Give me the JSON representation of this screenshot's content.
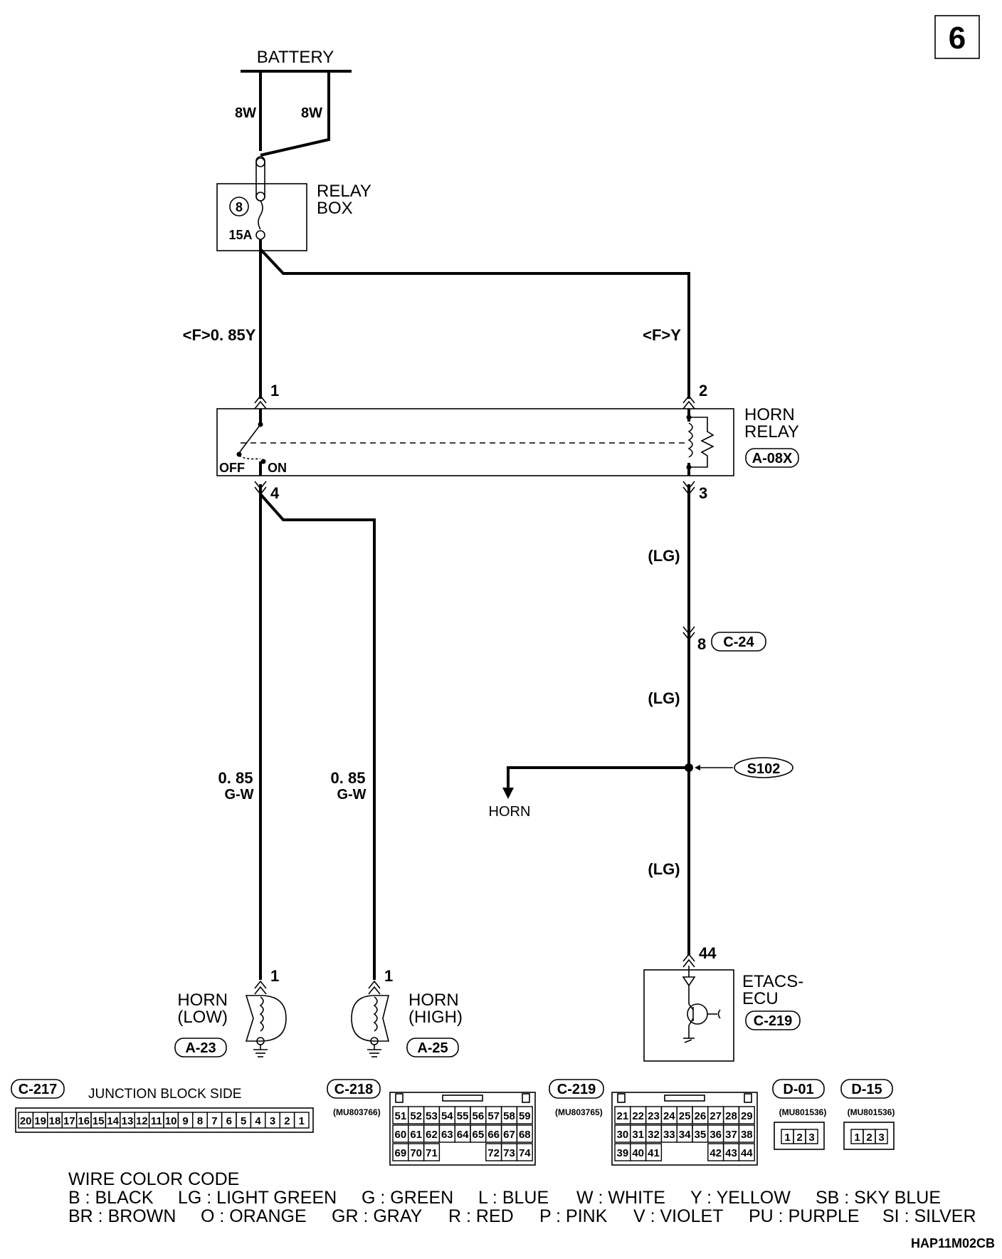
{
  "page_number": "6",
  "battery_label": "BATTERY",
  "wire_8w_left": "8W",
  "wire_8w_right": "8W",
  "relay_box": {
    "line1": "RELAY",
    "line2": "BOX",
    "fuse_number": "8",
    "fuse_rating": "15A"
  },
  "wire_left_top": "<F>0. 85Y",
  "wire_right_top": "<F>Y",
  "horn_relay": {
    "line1": "HORN",
    "line2": "RELAY",
    "connector": "A-08X",
    "pin1": "1",
    "pin2": "2",
    "pin3": "3",
    "pin4": "4",
    "off": "OFF",
    "on": "ON"
  },
  "lg_label_1": "(LG)",
  "lg_label_2": "(LG)",
  "lg_label_3": "(LG)",
  "c24": {
    "pin": "8",
    "connector": "C-24"
  },
  "splice": "S102",
  "horn_branch": "HORN",
  "horn_wire_left": {
    "gauge": "0. 85",
    "color": "G-W"
  },
  "horn_wire_right": {
    "gauge": "0. 85",
    "color": "G-W"
  },
  "horn_low": {
    "pin": "1",
    "line1": "HORN",
    "line2": "(LOW)",
    "connector": "A-23"
  },
  "horn_high": {
    "pin": "1",
    "line1": "HORN",
    "line2": "(HIGH)",
    "connector": "A-25"
  },
  "etacs": {
    "pin": "44",
    "line1": "ETACS-",
    "line2": "ECU",
    "connector": "C-219"
  },
  "connectors": {
    "c217": {
      "label": "C-217",
      "caption": "JUNCTION BLOCK SIDE",
      "pins": [
        "20",
        "19",
        "18",
        "17",
        "16",
        "15",
        "14",
        "13",
        "12",
        "11",
        "10",
        "9",
        "8",
        "7",
        "6",
        "5",
        "4",
        "3",
        "2",
        "1"
      ]
    },
    "c218": {
      "label": "C-218",
      "part": "(MU803766)",
      "rows": [
        [
          "51",
          "52",
          "53",
          "54",
          "55",
          "56",
          "57",
          "58",
          "59"
        ],
        [
          "60",
          "61",
          "62",
          "63",
          "64",
          "65",
          "66",
          "67",
          "68"
        ],
        [
          "69",
          "70",
          "71",
          "",
          "",
          "",
          "72",
          "73",
          "74"
        ]
      ]
    },
    "c219": {
      "label": "C-219",
      "part": "(MU803765)",
      "rows": [
        [
          "21",
          "22",
          "23",
          "24",
          "25",
          "26",
          "27",
          "28",
          "29"
        ],
        [
          "30",
          "31",
          "32",
          "33",
          "34",
          "35",
          "36",
          "37",
          "38"
        ],
        [
          "39",
          "40",
          "41",
          "",
          "",
          "",
          "42",
          "43",
          "44"
        ]
      ]
    },
    "d01": {
      "label": "D-01",
      "part": "(MU801536)",
      "pins": [
        "1",
        "2",
        "3"
      ]
    },
    "d15": {
      "label": "D-15",
      "part": "(MU801536)",
      "pins": [
        "1",
        "2",
        "3"
      ]
    }
  },
  "wire_color_code": {
    "title": "WIRE COLOR CODE",
    "row1": [
      "B : BLACK",
      "LG : LIGHT GREEN",
      "G : GREEN",
      "L : BLUE",
      "W : WHITE",
      "Y : YELLOW",
      "SB : SKY BLUE"
    ],
    "row2": [
      "BR : BROWN",
      "O : ORANGE",
      "GR : GRAY",
      "R : RED",
      "P : PINK",
      "V : VIOLET",
      "PU : PURPLE",
      "SI : SILVER"
    ]
  },
  "diagram_code": "HAP11M02CB"
}
